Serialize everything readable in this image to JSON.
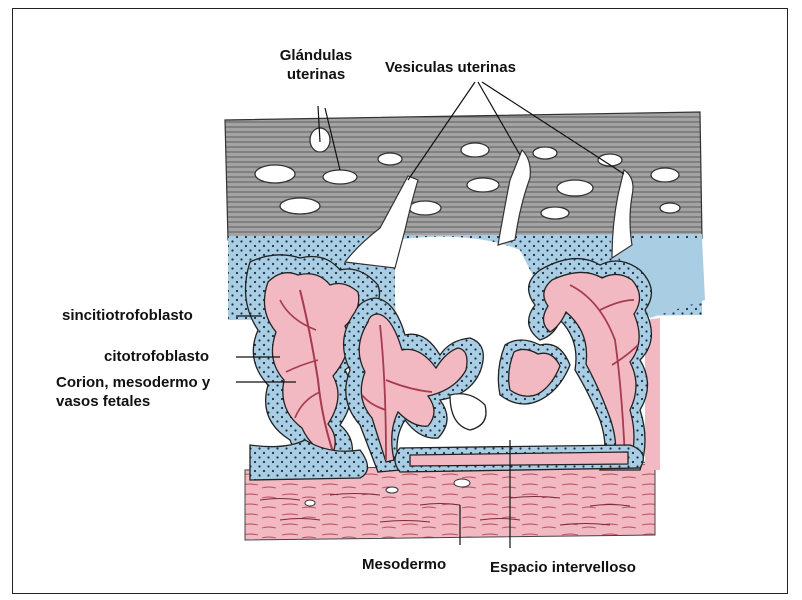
{
  "labels": {
    "glandulas": "Glándulas\nuterinas",
    "vesiculas": "Vesiculas uterinas",
    "sincitio": "sincitiotrofoblasto",
    "citotro": "citotrofoblasto",
    "corion": "Corion, mesodermo y\nvasos fetales",
    "mesodermo": "Mesodermo",
    "espacio": "Espacio intervelloso"
  },
  "colors": {
    "uterine_wall": "#9a9a9a",
    "maternal_blood": "#a9cde3",
    "chorion": "#f2b9c3",
    "vessel": "#d36b7e",
    "lumen": "#ffffff"
  }
}
